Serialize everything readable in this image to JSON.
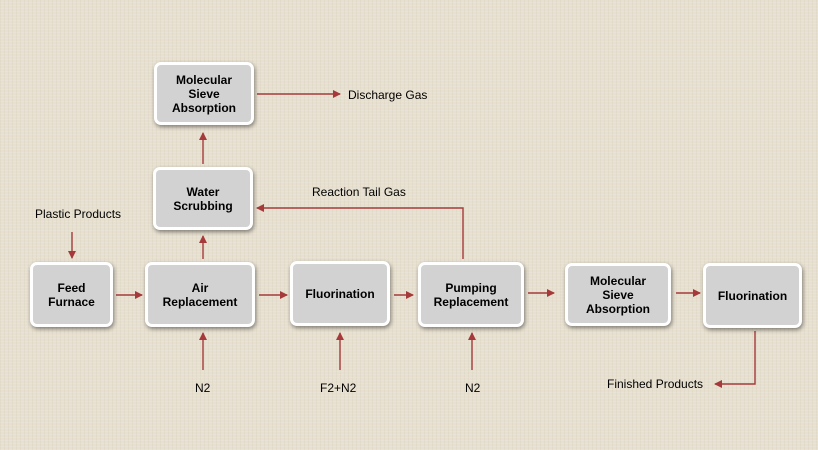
{
  "nodes": {
    "molecular_sieve_top": "Molecular\nSieve\nAbsorption",
    "water_scrubbing": "Water\nScrubbing",
    "feed_furnace": "Feed\nFurnace",
    "air_replacement": "Air\nReplacement",
    "fluorination_1": "Fluorination",
    "pumping_replacement": "Pumping\nReplacement",
    "molecular_sieve_right": "Molecular\nSieve\nAbsorption",
    "fluorination_2": "Fluorination"
  },
  "labels": {
    "discharge_gas": "Discharge Gas",
    "reaction_tail_gas": "Reaction Tail Gas",
    "plastic_products": "Plastic Products",
    "n2_air": "N2",
    "f2_n2": "F2+N2",
    "n2_pumping": "N2",
    "finished_products": "Finished Products"
  },
  "colors": {
    "arrow": "#a63a3a",
    "box_fill": "#d2d2d2",
    "box_border": "#ffffff"
  }
}
